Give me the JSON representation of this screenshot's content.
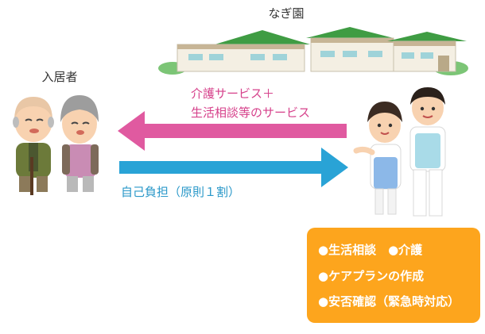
{
  "facility_label": "なぎ園",
  "residents_label": "入居者",
  "services_arrow": {
    "line1": "介護サービス＋",
    "line2": "生活相談等のサービス",
    "color": "#e05aa0"
  },
  "payment_arrow": {
    "label": "自己負担（原則１割）",
    "color": "#29a3d6"
  },
  "services_box": {
    "background": "#fda51d",
    "row1": "●生活相談　●介護",
    "row2": "●ケアプランの作成",
    "row3": "●安否確認（緊急時対応）"
  }
}
